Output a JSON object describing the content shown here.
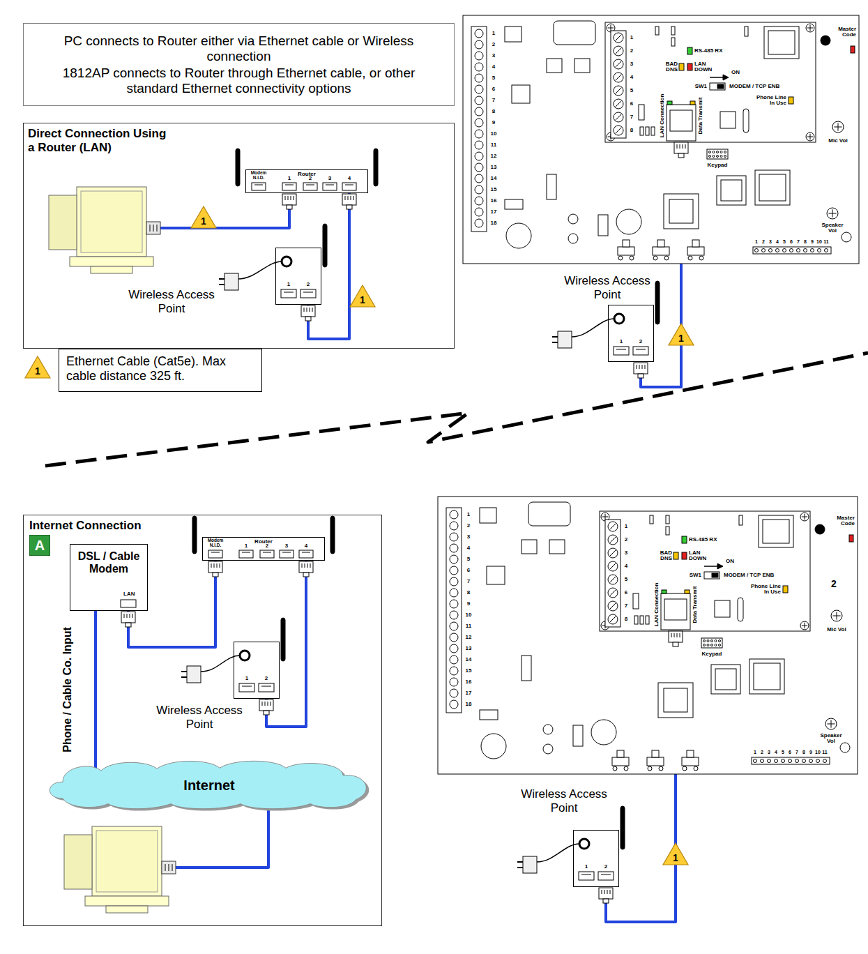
{
  "diagram": {
    "nodes": [
      {
        "text": [
          "PC connects to Router either via Ethernet cable or Wireless connection",
          "1812AP connects to Router through Ethernet cable, or other standard Ethernet connectivity options"
        ]
      },
      {
        "text": [
          "Direct Connection Using a Router (LAN)"
        ]
      },
      {
        "text": [
          "Router"
        ],
        "in": 1
      },
      {
        "text": [
          "Wireless Access Point"
        ],
        "in": 1
      },
      {
        "text": [
          "Ethernet Cable (Cat5e). Max cable distance 325 ft."
        ]
      },
      {
        "text": [
          "Wireless Access Point"
        ]
      },
      {
        "text": [
          "Internet Connection"
        ]
      },
      {
        "text": [
          "A"
        ],
        "in": 6
      },
      {
        "text": [
          "DSL / Cable Modem",
          "LAN"
        ],
        "in": 6
      },
      {
        "text": [
          "Router"
        ],
        "in": 6
      },
      {
        "text": [
          "Wireless Access Point"
        ],
        "in": 6
      },
      {
        "text": [
          "Internet"
        ],
        "in": 6
      },
      {
        "text": [
          "Wireless Access Point"
        ]
      }
    ],
    "edges": [
      {
        "from": 2,
        "to": 3,
        "arrow": "none"
      },
      {
        "from": 8,
        "to": 9,
        "arrow": "none"
      },
      {
        "from": 9,
        "to": 10,
        "arrow": "none"
      },
      {
        "from": 8,
        "to": 11,
        "arrow": "none",
        "label": "Phone / Cable Co. Input"
      }
    ],
    "labels": [
      "Modem N.I.D.",
      "1",
      "2",
      "3",
      "4",
      "1",
      "2",
      "1",
      "1",
      "1",
      "1",
      "2",
      "3",
      "4",
      "5",
      "6",
      "7",
      "8",
      "9",
      "10",
      "11",
      "12",
      "13",
      "14",
      "15",
      "16",
      "17",
      "18",
      "1",
      "2",
      "3",
      "4",
      "5",
      "6",
      "7",
      "8",
      "RS-485 RX",
      "BAD DNS",
      "LAN DOWN",
      "ON",
      "SW1",
      "MODEM / TCP ENB",
      "Phone Line In Use",
      "LAN Connection",
      "Data Transmit",
      "Keypad",
      "Master Code",
      "Mic Vol",
      "Speaker Vol",
      "1",
      "2",
      "3",
      "4",
      "5",
      "6",
      "7",
      "8",
      "9",
      "10",
      "11",
      "1",
      "2",
      "1",
      "Modem N.I.D.",
      "1",
      "2",
      "3",
      "4",
      "1",
      "2",
      "1",
      "2",
      "3",
      "4",
      "5",
      "6",
      "7",
      "8",
      "9",
      "10",
      "11",
      "12",
      "13",
      "14",
      "15",
      "16",
      "17",
      "18",
      "1",
      "2",
      "3",
      "4",
      "5",
      "6",
      "7",
      "8",
      "RS-485 RX",
      "BAD DNS",
      "LAN DOWN",
      "ON",
      "SW1",
      "MODEM / TCP ENB",
      "Phone Line In Use",
      "LAN Connection",
      "Data Transmit",
      "Keypad",
      "Master Code",
      "Mic Vol",
      "Speaker Vol",
      "1",
      "2",
      "3",
      "4",
      "5",
      "6",
      "7",
      "8",
      "9",
      "10",
      "11",
      "2",
      "1",
      "2",
      "1"
    ]
  }
}
